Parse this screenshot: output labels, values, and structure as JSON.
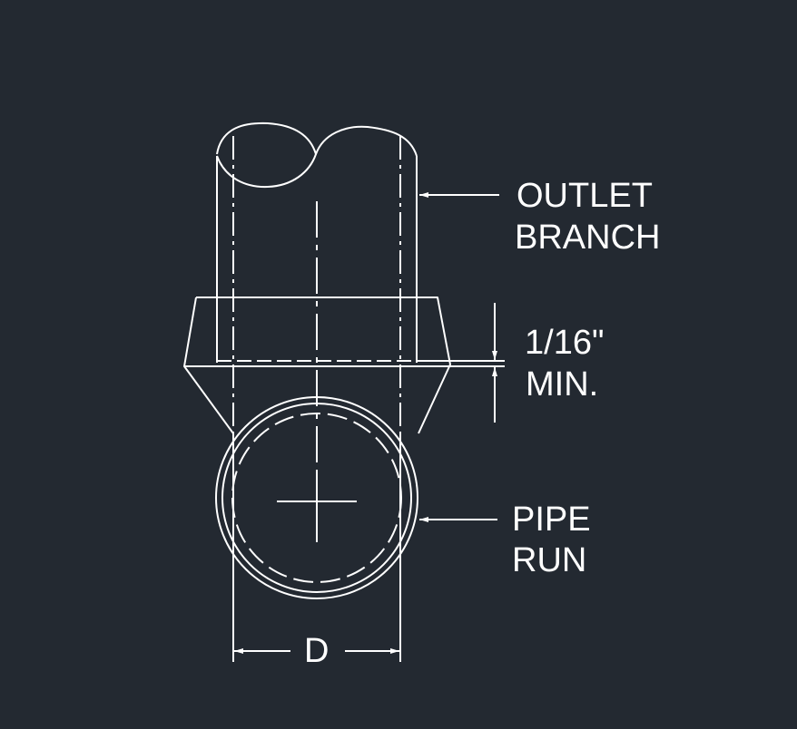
{
  "labels": {
    "outlet_line1": "OUTLET",
    "outlet_line2": "BRANCH",
    "gap_line1": "1/16\"",
    "gap_line2": "MIN.",
    "pipe_line1": "PIPE",
    "pipe_line2": "RUN",
    "dimension": "D"
  },
  "colors": {
    "background": "#232931",
    "line": "#ffffff"
  }
}
